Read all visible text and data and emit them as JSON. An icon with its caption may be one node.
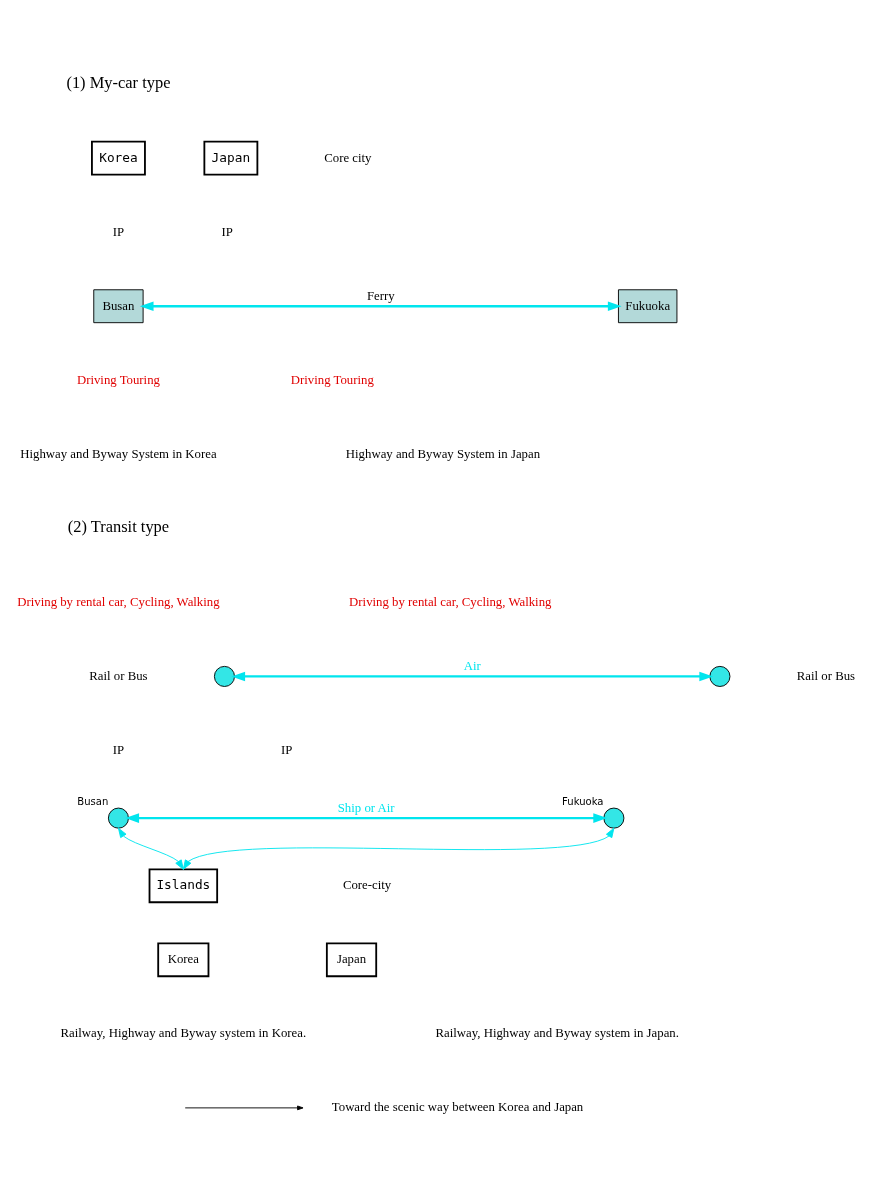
{
  "diagram": {
    "nodes": [
      {
        "text": [
          "Korea"
        ]
      },
      {
        "text": [
          "Japan"
        ]
      },
      {
        "text": [
          "Busan"
        ]
      },
      {
        "text": [
          "Fukuoka"
        ]
      },
      {
        "text": [],
        "shape": "circle"
      },
      {
        "text": [],
        "shape": "circle"
      },
      {
        "text": [],
        "shape": "circle",
        "beside": [
          "Busan"
        ]
      },
      {
        "text": [],
        "shape": "circle",
        "beside": [
          "Fukuoka"
        ]
      },
      {
        "text": [
          "Islands"
        ]
      },
      {
        "text": [
          "Korea"
        ]
      },
      {
        "text": [
          "Japan"
        ]
      }
    ],
    "edges": [
      {
        "from": 2,
        "to": 3,
        "arrow": "both",
        "label": "Ferry"
      },
      {
        "from": 4,
        "to": 5,
        "arrow": "both",
        "label": "Air"
      },
      {
        "from": 6,
        "to": 7,
        "arrow": "both",
        "label": "Ship or Air"
      },
      {
        "from": 6,
        "to": 8,
        "arrow": "both"
      },
      {
        "from": 7,
        "to": 8,
        "arrow": "both"
      }
    ],
    "labels": [
      "(1) My-car type",
      "Core city",
      "IP",
      "IP",
      "Driving Touring",
      "Driving Touring",
      "Highway and Byway System in Korea",
      "Highway and Byway System in Japan",
      "(2) Transit type",
      "Driving by rental car, Cycling, Walking",
      "Driving by rental car, Cycling, Walking",
      "Rail or Bus",
      "IP",
      "Rail or Bus",
      "IP",
      "Core-city",
      "Railway, Highway and Byway system in Korea.",
      "Railway, Highway and Byway system in Japan."
    ],
    "legend": [
      {
        "text": "Toward the scenic way between Korea and Japan"
      }
    ]
  }
}
